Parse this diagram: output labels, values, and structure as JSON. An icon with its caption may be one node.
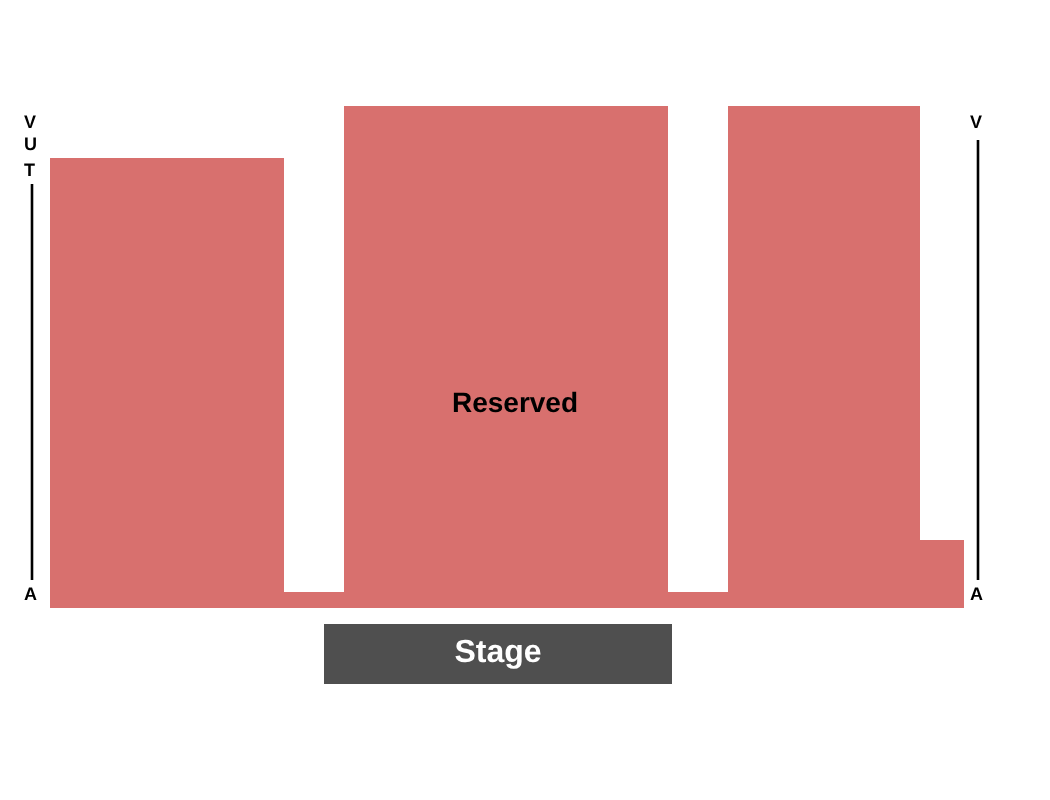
{
  "diagram": {
    "nodes": [
      {
        "text": [
          "Reserved"
        ]
      },
      {
        "text": [
          "Stage"
        ]
      }
    ],
    "edges": [],
    "labels": [
      "V",
      "U",
      "T",
      "A",
      "V",
      "A"
    ]
  }
}
